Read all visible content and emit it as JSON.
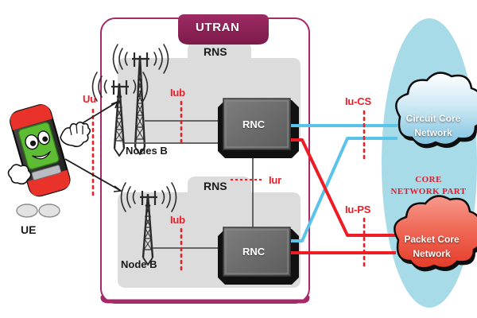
{
  "diagram": {
    "title": "UTRAN",
    "utran_label": "UTRAN",
    "core_part_line1": "CORE",
    "core_part_line2": "NETWORK PART"
  },
  "ue": {
    "label": "UE",
    "icon": "mobile-phone-character-icon"
  },
  "interfaces": {
    "uu": "Uu",
    "iub_top": "Iub",
    "iub_bottom": "Iub",
    "iur": "Iur",
    "iu_cs": "Iu-CS",
    "iu_ps": "Iu-PS"
  },
  "rns_top": {
    "label": "RNS",
    "nodeb_label": "Nodes B",
    "rnc_label": "RNC",
    "nodeb_count": 2
  },
  "rns_bottom": {
    "label": "RNS",
    "nodeb_label": "Node B",
    "rnc_label": "RNC",
    "nodeb_count": 1
  },
  "core": {
    "circuit": {
      "line1": "Circuit Core",
      "line2": "Network",
      "color": "#9fd4ea"
    },
    "packet": {
      "line1": "Packet Core",
      "line2": "Network",
      "color": "#ef5b4c"
    },
    "region_color": "#a7dbe8"
  },
  "colors": {
    "utran_border": "#a52a67",
    "utran_badge": "#8e2055",
    "rns_panel": "#dcdcdc",
    "rnc_box": "#6d6d6d",
    "cs_link": "#59c3ea",
    "ps_link": "#ee1c25",
    "interface_label": "#ee1c25"
  }
}
